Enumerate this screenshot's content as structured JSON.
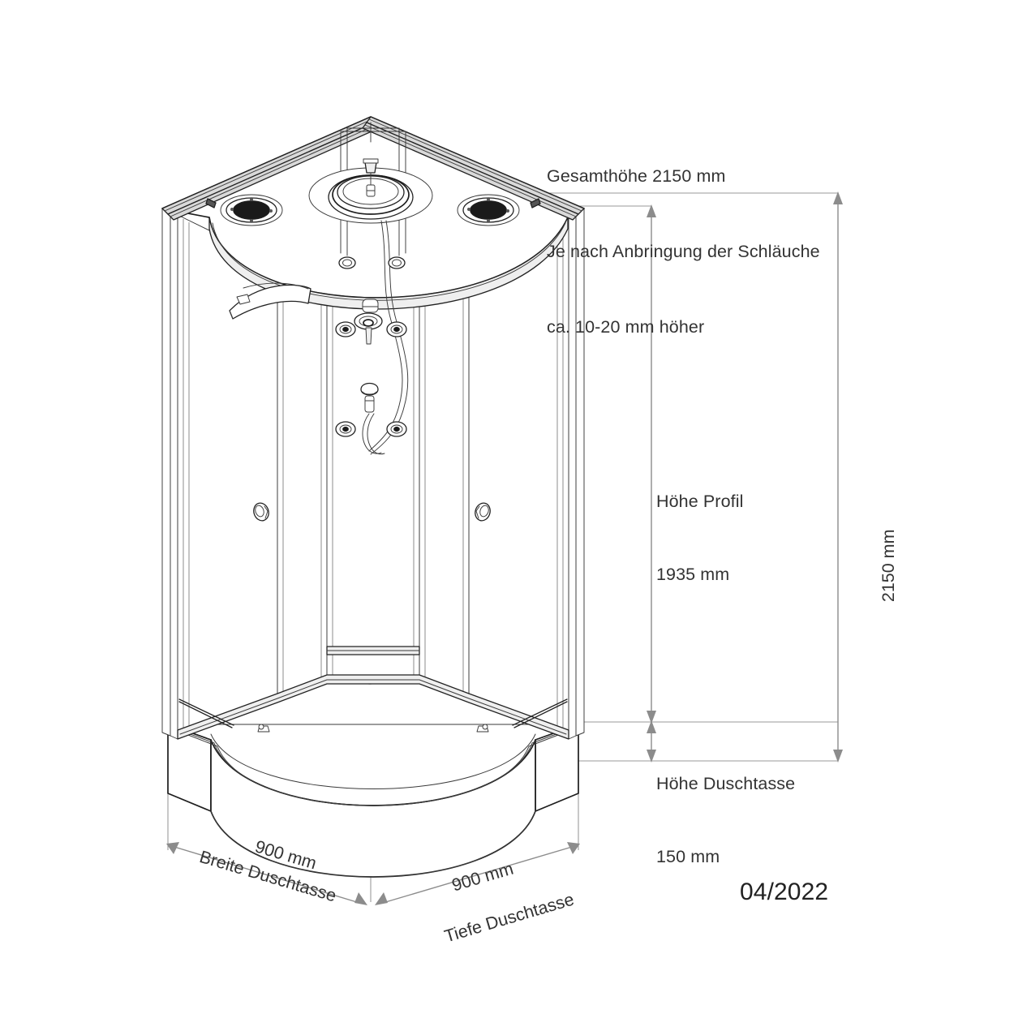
{
  "document": {
    "type": "technical-dimension-drawing",
    "subject": "Quarter-round corner shower cabin (Fertigdusche / Komplettdusche)",
    "language": "de"
  },
  "notes": {
    "line1": "Gesamthöhe 2150 mm",
    "line2": "Je nach Anbringung der Schläuche",
    "line3": "ca. 10-20 mm höher"
  },
  "dimensions": {
    "profile_height": {
      "label": "Höhe Profil",
      "value": "1935 mm"
    },
    "tray_height": {
      "label": "Höhe Duschtasse",
      "value": "150 mm"
    },
    "total_height": {
      "label": "2150 mm"
    },
    "width": {
      "value": "900 mm",
      "label": "Breite Duschtasse"
    },
    "depth": {
      "value": "900 mm",
      "label": "Tiefe Duschtasse"
    }
  },
  "footer": {
    "revision_date": "04/2022"
  },
  "colors": {
    "outline": "#1d1d1d",
    "dimension": "#8c8c8c",
    "text": "#333333",
    "background": "#ffffff"
  },
  "chart_data": {
    "type": "table",
    "title": "Duschkabine Abmessungen",
    "categories": [
      "Gesamthöhe",
      "Höhe Profil",
      "Höhe Duschtasse",
      "Breite Duschtasse",
      "Tiefe Duschtasse"
    ],
    "values": [
      2150,
      1935,
      150,
      900,
      900
    ],
    "unit": "mm",
    "xlabel": "",
    "ylabel": "mm"
  }
}
